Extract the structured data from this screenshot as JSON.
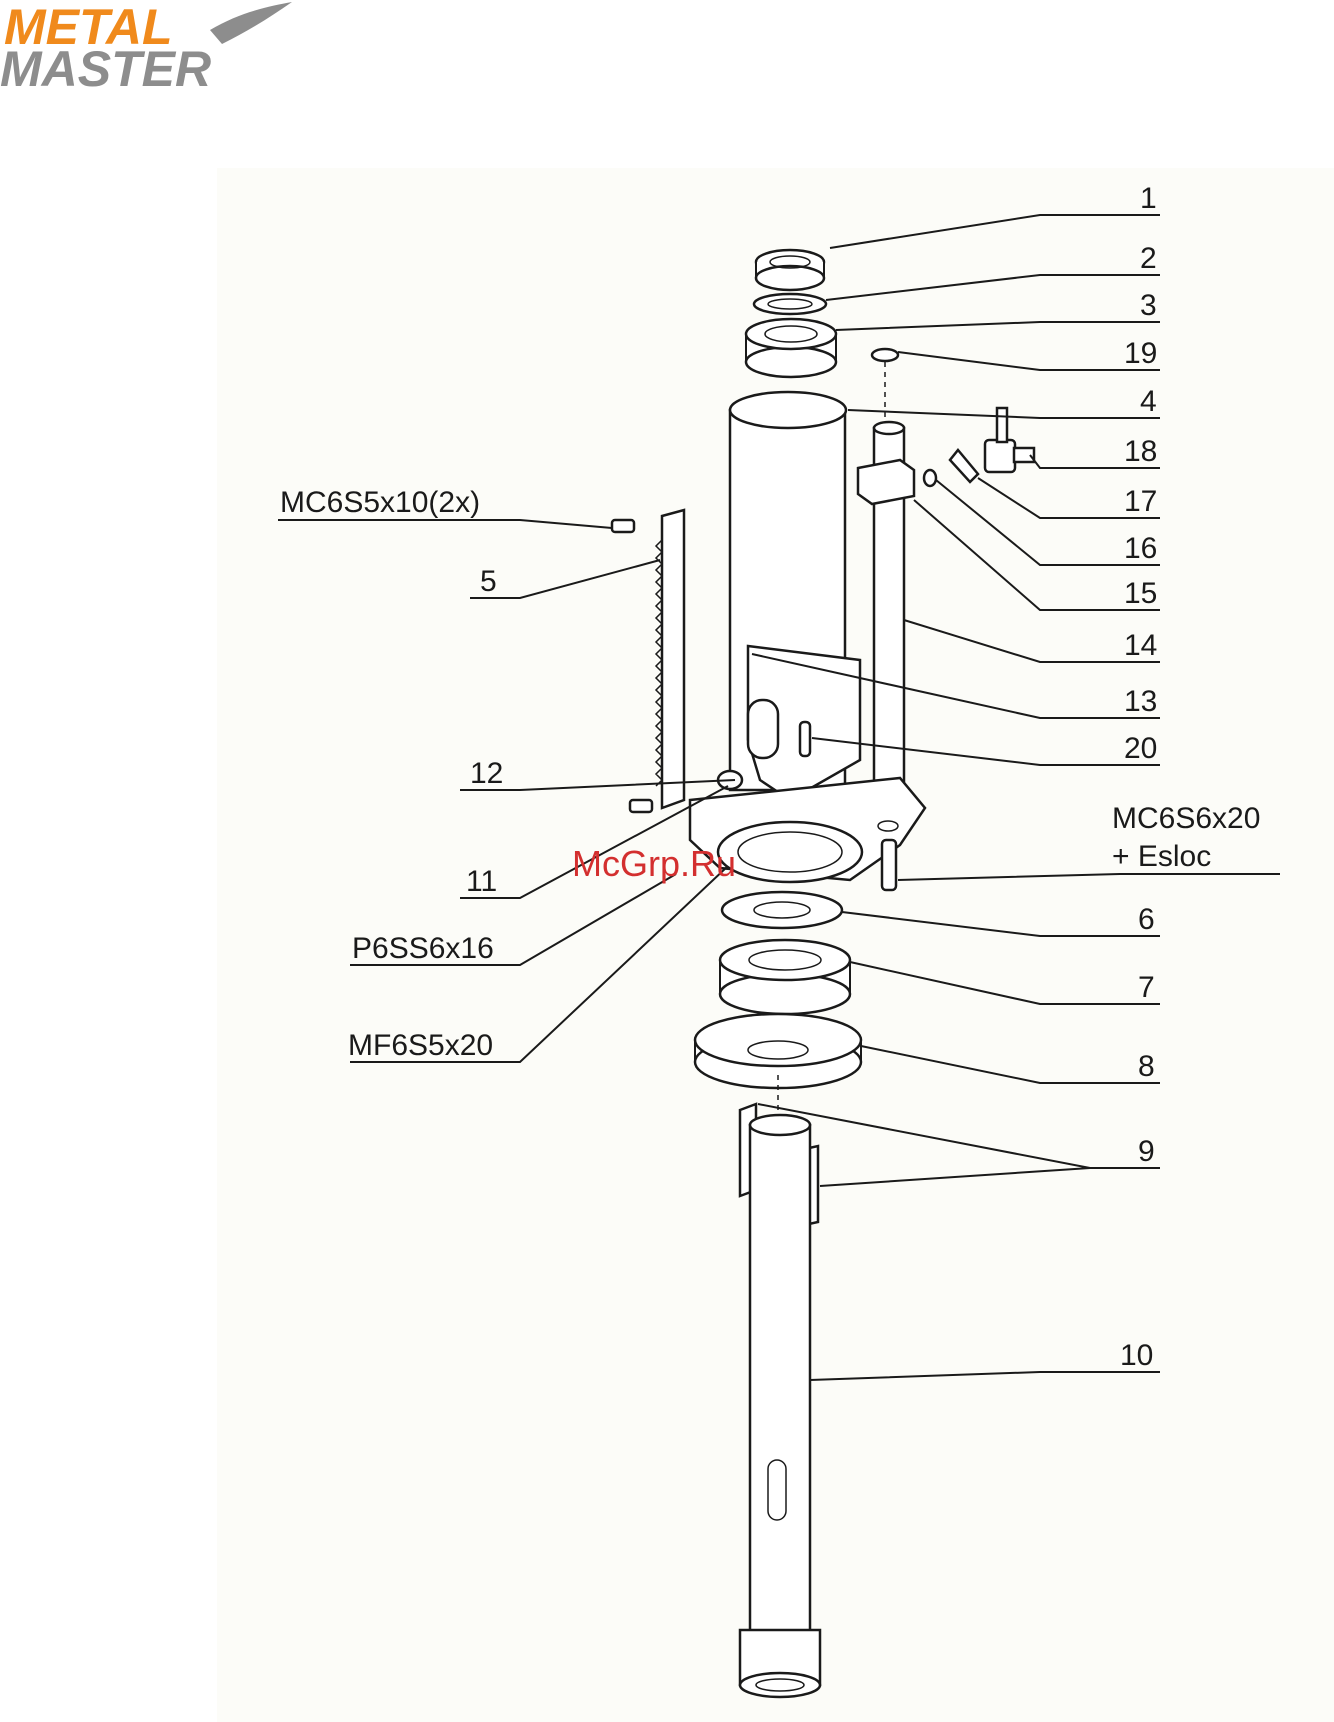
{
  "logo": {
    "line1": "METAL",
    "line2": "MASTER",
    "orange": "#f08a1c",
    "gray": "#8d8d8d"
  },
  "watermark": {
    "text": "McGrp.Ru",
    "color": "#d32f2f"
  },
  "callouts": {
    "c1": "1",
    "c2": "2",
    "c3": "3",
    "c19": "19",
    "c4": "4",
    "c18": "18",
    "c17": "17",
    "c16": "16",
    "c15": "15",
    "c14": "14",
    "c13": "13",
    "c20": "20",
    "c12": "12",
    "c11": "11",
    "c6": "6",
    "c7": "7",
    "c8": "8",
    "c9": "9",
    "c10": "10",
    "c5": "5",
    "mc6s5x10": "MC6S5x10(2x)",
    "mc6s6x20_a": "MC6S6x20",
    "mc6s6x20_b": "+ Esloc",
    "p6ss6x16": "P6SS6x16",
    "mf6s5x20": "MF6S5x20"
  }
}
